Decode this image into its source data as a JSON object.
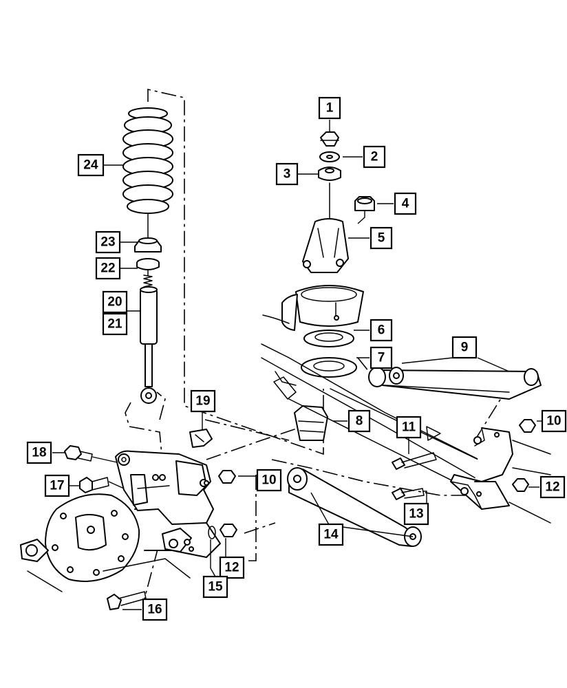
{
  "callouts": [
    {
      "id": "c1",
      "label": "1"
    },
    {
      "id": "c2",
      "label": "2"
    },
    {
      "id": "c3",
      "label": "3"
    },
    {
      "id": "c4",
      "label": "4"
    },
    {
      "id": "c5",
      "label": "5"
    },
    {
      "id": "c6",
      "label": "6"
    },
    {
      "id": "c7",
      "label": "7"
    },
    {
      "id": "c8",
      "label": "8"
    },
    {
      "id": "c9",
      "label": "9"
    },
    {
      "id": "c10a",
      "label": "10"
    },
    {
      "id": "c10b",
      "label": "10"
    },
    {
      "id": "c11",
      "label": "11"
    },
    {
      "id": "c12a",
      "label": "12"
    },
    {
      "id": "c12b",
      "label": "12"
    },
    {
      "id": "c13",
      "label": "13"
    },
    {
      "id": "c14",
      "label": "14"
    },
    {
      "id": "c15",
      "label": "15"
    },
    {
      "id": "c16",
      "label": "16"
    },
    {
      "id": "c17",
      "label": "17"
    },
    {
      "id": "c18",
      "label": "18"
    },
    {
      "id": "c19",
      "label": "19"
    },
    {
      "id": "c20",
      "label": "20"
    },
    {
      "id": "c21",
      "label": "21"
    },
    {
      "id": "c22",
      "label": "22"
    },
    {
      "id": "c23",
      "label": "23"
    },
    {
      "id": "c24",
      "label": "24"
    }
  ]
}
